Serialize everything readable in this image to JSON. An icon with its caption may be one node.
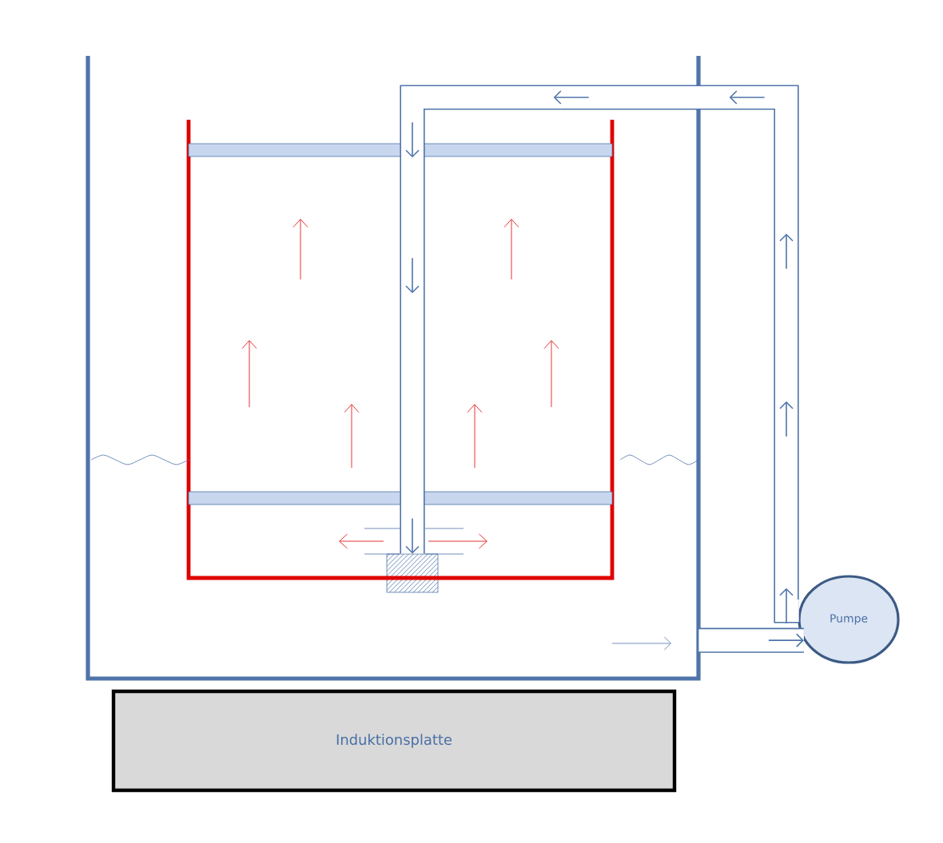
{
  "diagram": {
    "nodes": [
      {
        "text": [],
        "shape": "vessel"
      },
      {
        "text": [
          "Pumpe"
        ]
      },
      {
        "text": [
          "Induktionsplatte"
        ]
      },
      {
        "text": [],
        "shape": "box",
        "in": 0
      }
    ],
    "edges": [
      {
        "from": 0,
        "to": 1,
        "arrow": "to"
      },
      {
        "from": 1,
        "to": 3,
        "arrow": "to"
      }
    ]
  }
}
